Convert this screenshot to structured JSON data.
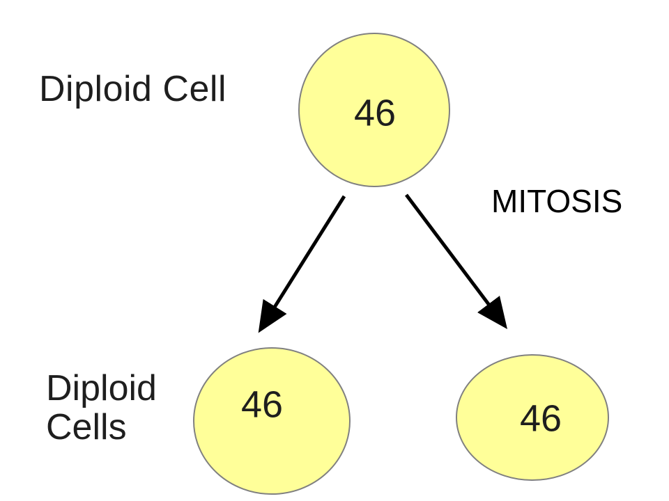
{
  "parent_label": "Diploid Cell",
  "children_label_line1": "Diploid",
  "children_label_line2": "Cells",
  "process_label": "MITOSIS",
  "parent_cell": {
    "chromosomes": "46"
  },
  "daughter_cells": [
    {
      "chromosomes": "46"
    },
    {
      "chromosomes": "46"
    }
  ],
  "colors": {
    "cell_fill": "#ffff99",
    "cell_stroke": "#808080",
    "arrow": "#000000",
    "text": "#1e1e1e"
  }
}
